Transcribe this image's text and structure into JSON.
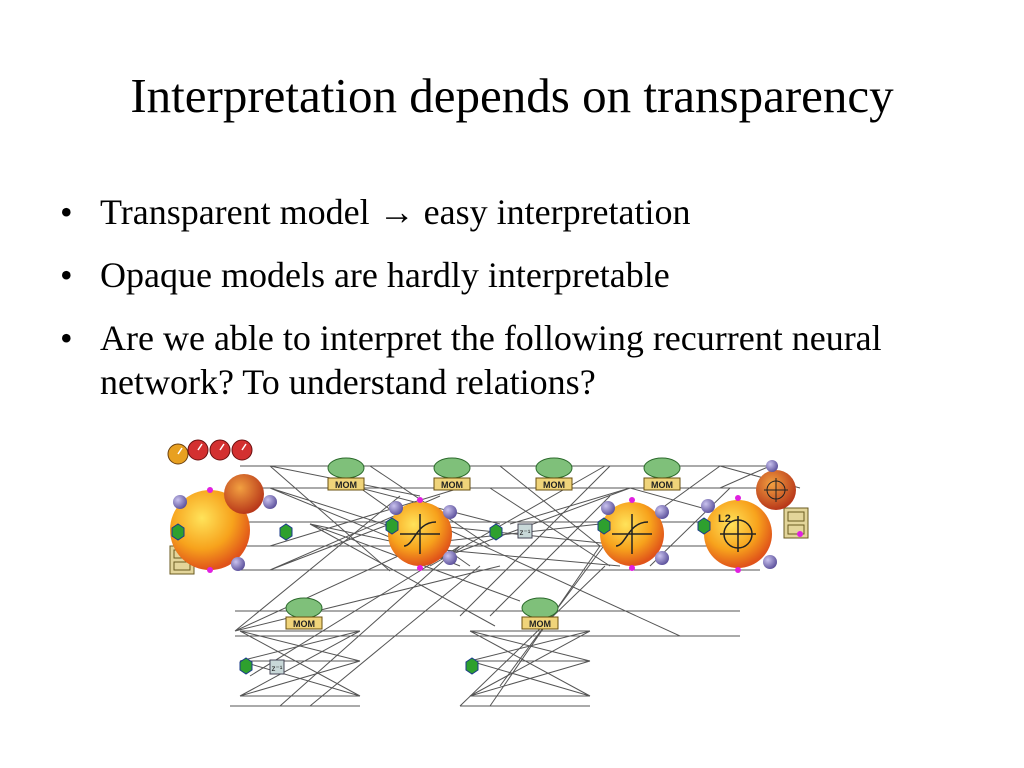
{
  "slide": {
    "title": "Interpretation depends on transparency",
    "bullets": [
      "Transparent model → easy interpretation",
      "Opaque models are hardly interpretable",
      "Are we able to interpret the following recurrent neural network? To understand relations?"
    ]
  },
  "diagram": {
    "mom_label": "MOM",
    "delay_label": "z⁻¹",
    "error_label": "L2",
    "colors": {
      "neuron": "#f39a1a",
      "neuron_core": "#ffd23a",
      "link": "#555555",
      "node": "#8a7fc0",
      "marker": "#e020e0"
    }
  }
}
